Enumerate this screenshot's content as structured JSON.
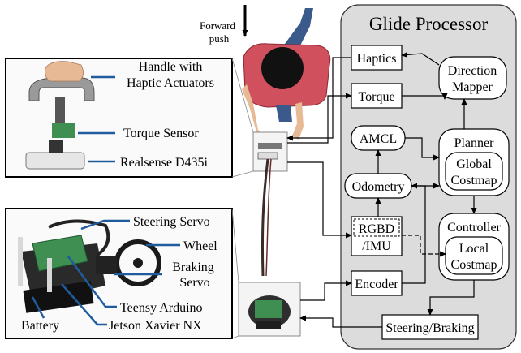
{
  "push_label": {
    "line1": "Forward",
    "line2": "push"
  },
  "processor": {
    "title": "Glide Processor",
    "blocks": {
      "haptics": "Haptics",
      "torque": "Torque",
      "direction_mapper": {
        "line1": "Direction",
        "line2": "Mapper"
      },
      "amcl": "AMCL",
      "odometry": "Odometry",
      "rgbd": {
        "line1": "RGBD",
        "line2": "/IMU"
      },
      "encoder": "Encoder",
      "planner": "Planner",
      "global_costmap": {
        "line1": "Global",
        "line2": "Costmap"
      },
      "controller": "Controller",
      "local_costmap": {
        "line1": "Local",
        "line2": "Costmap"
      },
      "steering_braking": "Steering/Braking"
    }
  },
  "handle_panel": {
    "labels": {
      "handle_line1": "Handle with",
      "handle_line2": "Haptic Actuators",
      "torque_sensor": "Torque Sensor",
      "realsense": "Realsense D435i"
    }
  },
  "base_panel": {
    "labels": {
      "steering_servo": "Steering Servo",
      "wheel": "Wheel",
      "braking_line1": "Braking",
      "braking_line2": "Servo",
      "teensy": "Teensy Arduino",
      "battery": "Battery",
      "jetson": "Jetson Xavier NX"
    }
  },
  "colors": {
    "processor_bg": "#dcdcdc",
    "shirt": "#d0505e",
    "leader_blue": "#1f5c9e",
    "board_green": "#3f8f52"
  }
}
